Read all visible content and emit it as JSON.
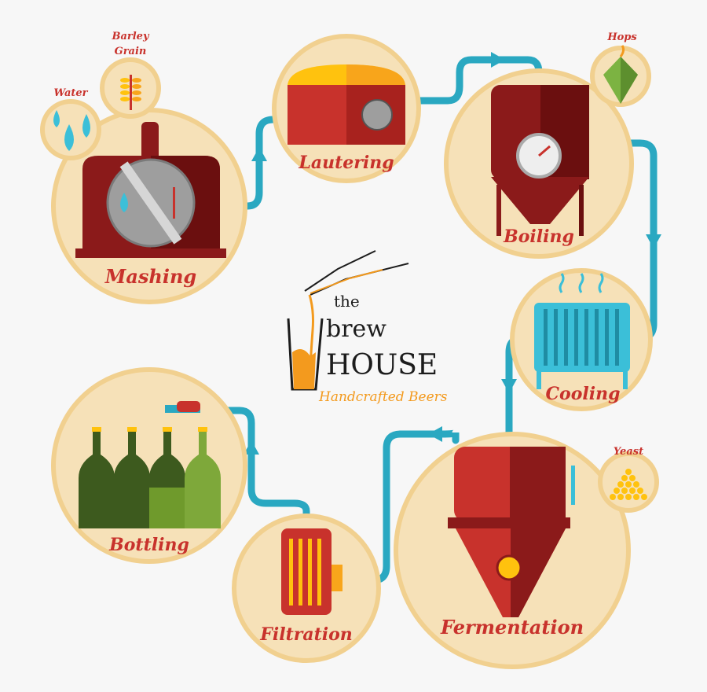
{
  "logo": {
    "line1": "the",
    "line2": "brew",
    "line3": "HOUSE",
    "tagline": "Handcrafted Beers"
  },
  "steps": [
    {
      "label": "Mashing"
    },
    {
      "label": "Lautering"
    },
    {
      "label": "Boiling"
    },
    {
      "label": "Cooling"
    },
    {
      "label": "Fermentation"
    },
    {
      "label": "Filtration"
    },
    {
      "label": "Bottling"
    }
  ],
  "ingredients": [
    {
      "label": "Water"
    },
    {
      "label_line1": "Barley",
      "label_line2": "Grain"
    },
    {
      "label": "Hops"
    },
    {
      "label": "Yeast"
    }
  ],
  "colors": {
    "background": "#f7f7f7",
    "circle": "#f6e1b8",
    "circle_border": "#f1d08f",
    "pipe": "#2aa8c1",
    "vessel_red": "#c8322c",
    "vessel_dark": "#8b1a1a",
    "label": "#c8322c",
    "accent": "#f39a1e"
  }
}
